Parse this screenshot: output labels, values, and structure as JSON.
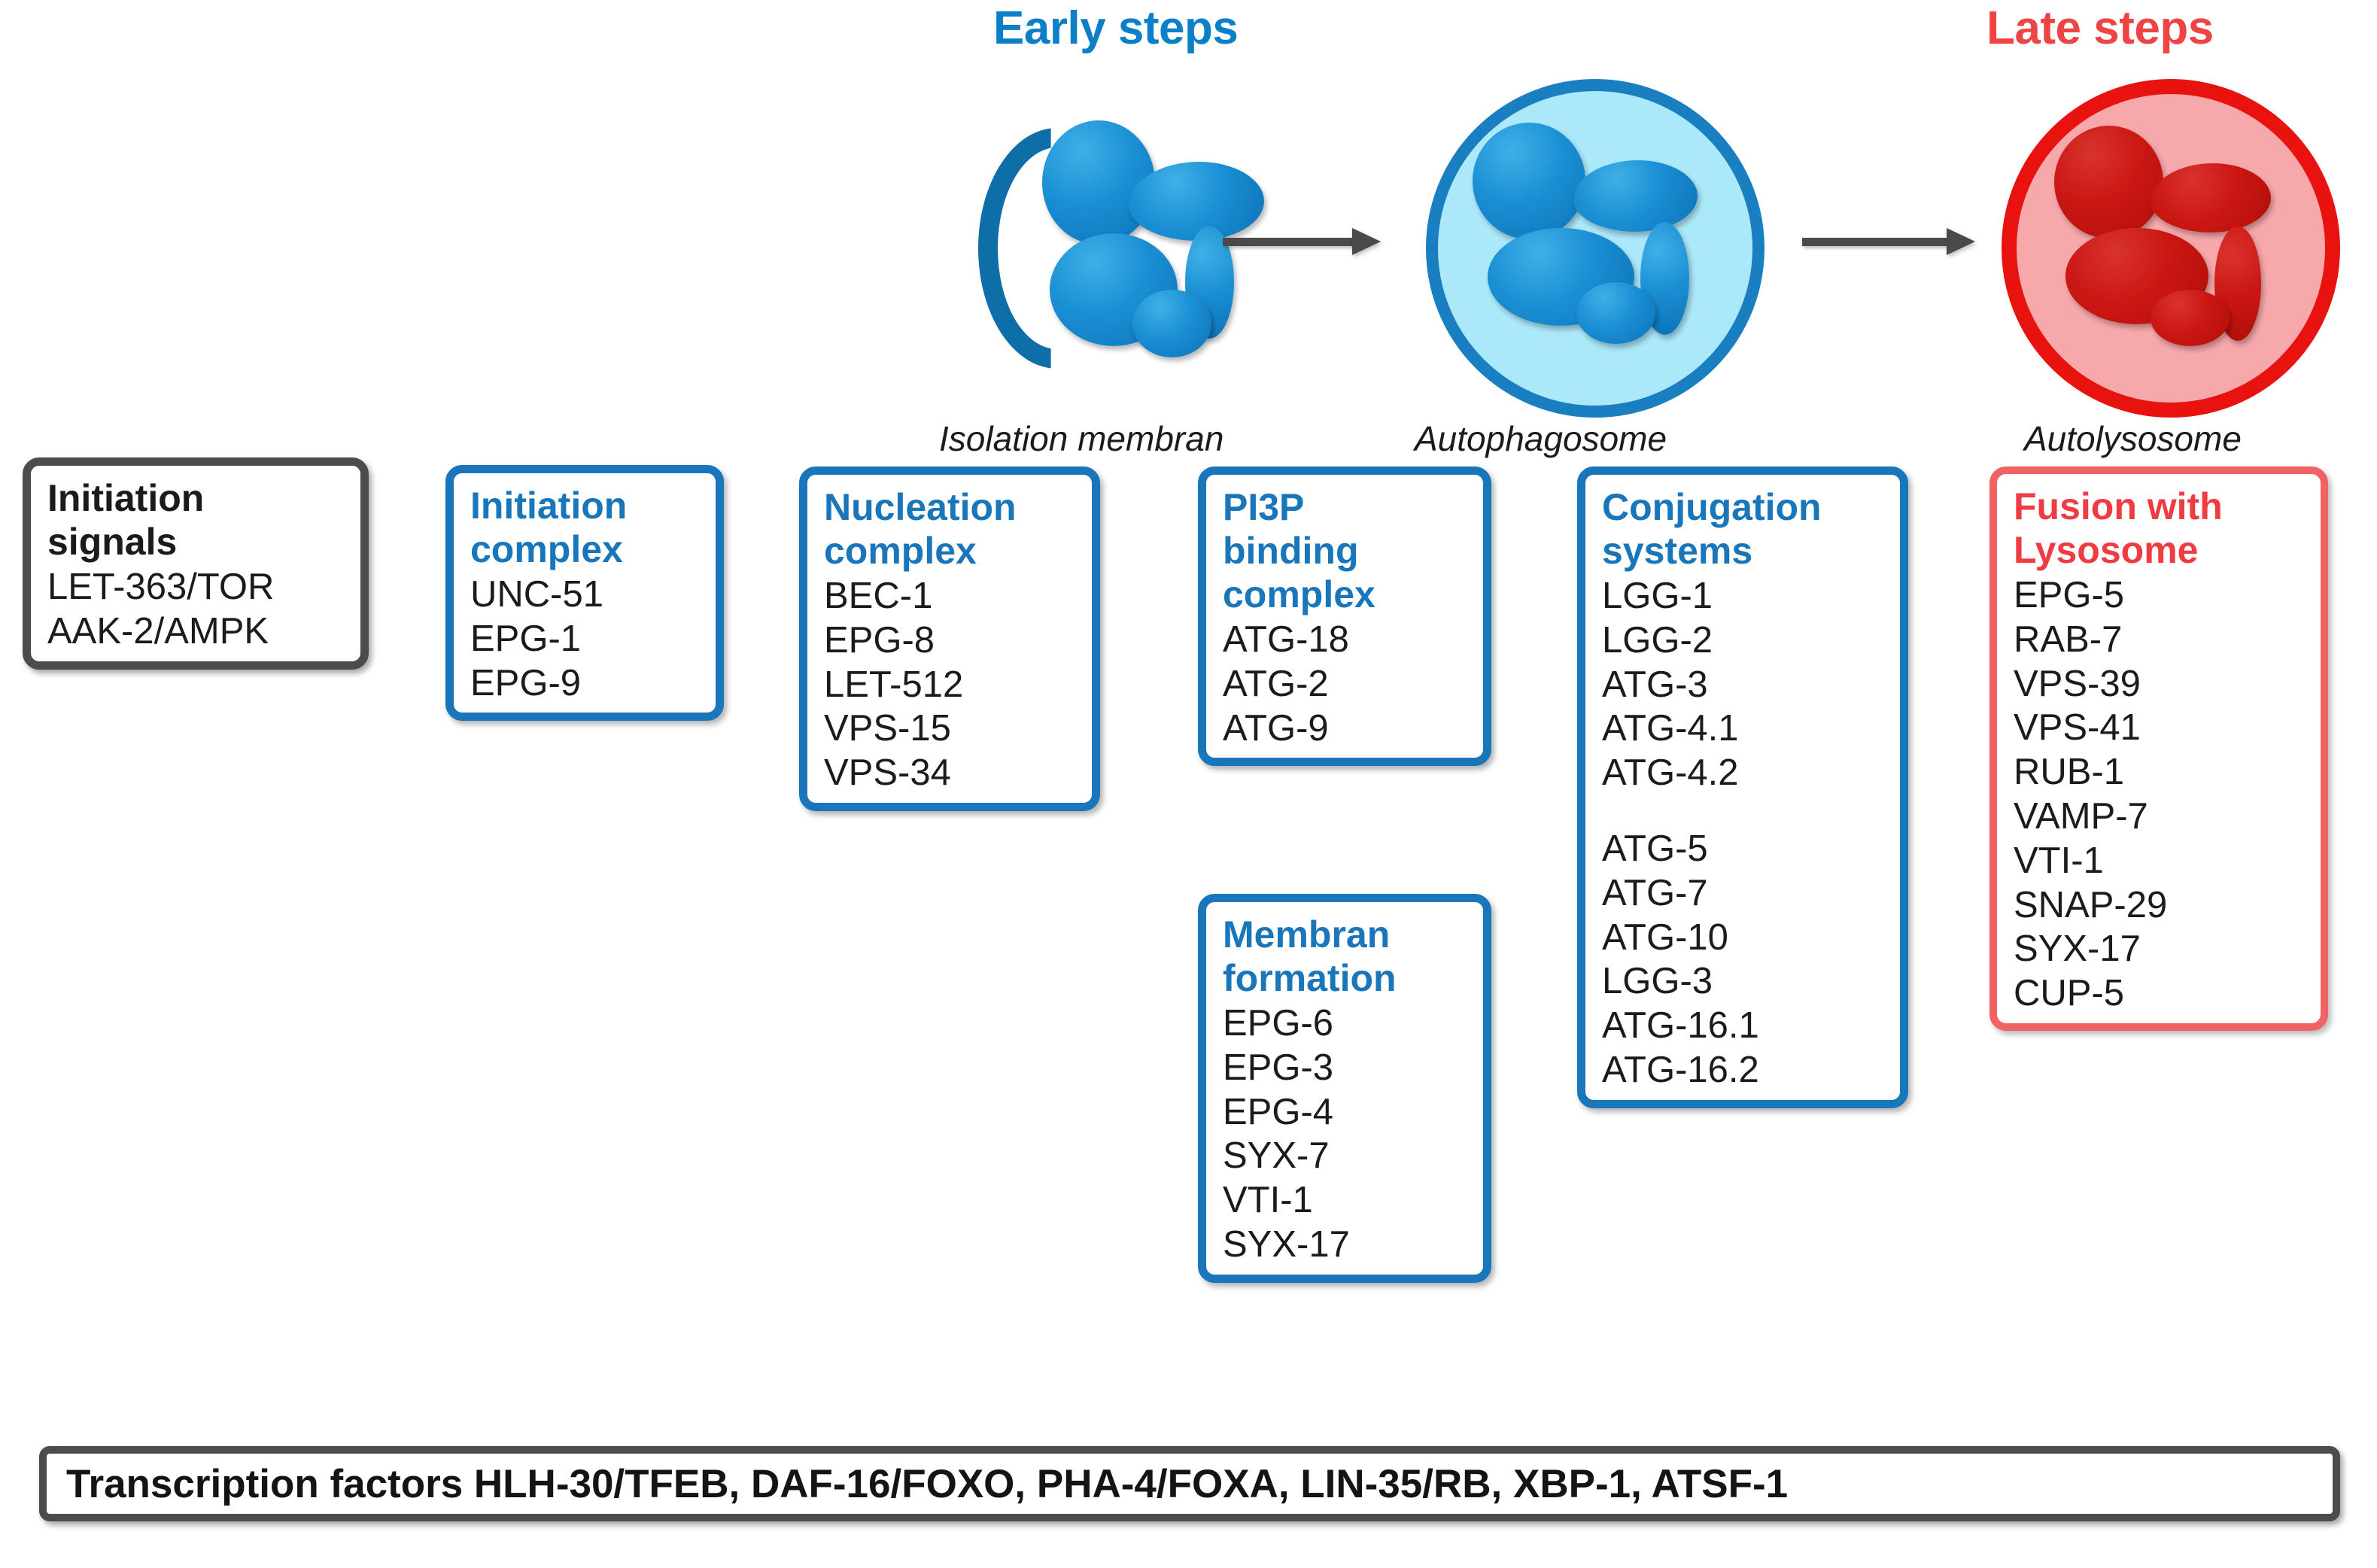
{
  "stages": {
    "early": {
      "label": "Early steps",
      "color": "#0b7fc7"
    },
    "late": {
      "label": "Late steps",
      "color": "#ef4444"
    }
  },
  "organelles": [
    {
      "name": "isolation-membrane",
      "caption": "Isolation membran",
      "style": "open-crescent",
      "color": "#1b8fd4"
    },
    {
      "name": "autophagosome",
      "caption": "Autophagosome",
      "style": "closed-vesicle",
      "color": "#1a7fc0",
      "fill": "#aae8fa"
    },
    {
      "name": "autolysosome",
      "caption": "Autolysosome",
      "style": "closed-vesicle",
      "color": "#e8130f",
      "fill": "#f6a8ab"
    }
  ],
  "boxes": [
    {
      "key": "initiation-signals",
      "title": "Initiation\nsignals",
      "title_color": "#1b1b1b",
      "border_color": "#4c4c4c",
      "items": [
        "LET-363/TOR",
        "AAK-2/AMPK"
      ]
    },
    {
      "key": "initiation-complex",
      "title": "Initiation\ncomplex",
      "title_color": "#1a76ba",
      "border_color": "#1a76ba",
      "items": [
        "UNC-51",
        "EPG-1",
        "EPG-9"
      ]
    },
    {
      "key": "nucleation-complex",
      "title": "Nucleation\ncomplex",
      "title_color": "#1a76ba",
      "border_color": "#1a76ba",
      "items": [
        "BEC-1",
        "EPG-8",
        "LET-512",
        "VPS-15",
        "VPS-34"
      ]
    },
    {
      "key": "pi3p-binding-complex",
      "title": "PI3P\nbinding\ncomplex",
      "title_color": "#1a76ba",
      "border_color": "#1a76ba",
      "items": [
        "ATG-18",
        "ATG-2",
        "ATG-9"
      ]
    },
    {
      "key": "membran-formation",
      "title": "Membran\nformation",
      "title_color": "#1a76ba",
      "border_color": "#1a76ba",
      "items": [
        "EPG-6",
        "EPG-3",
        "EPG-4",
        "SYX-7",
        "VTI-1",
        "SYX-17"
      ]
    },
    {
      "key": "conjugation-systems",
      "title": "Conjugation\nsystems",
      "title_color": "#1a76ba",
      "border_color": "#1a76ba",
      "items": [
        "LGG-1",
        "LGG-2",
        "ATG-3",
        "ATG-4.1",
        "ATG-4.2",
        "",
        "ATG-5",
        "ATG-7",
        "ATG-10",
        "LGG-3",
        "ATG-16.1",
        "ATG-16.2"
      ]
    },
    {
      "key": "fusion-with-lysosome",
      "title": "Fusion with\nLysosome",
      "title_color": "#ef3b42",
      "border_color": "#f06264",
      "items": [
        "EPG-5",
        "RAB-7",
        "VPS-39",
        "VPS-41",
        "RUB-1",
        "VAMP-7",
        "VTI-1",
        "SNAP-29",
        "SYX-17",
        "CUP-5"
      ]
    }
  ],
  "transcription_factors": {
    "text": "Transcription factors HLH-30/TFEB, DAF-16/FOXO, PHA-4/FOXA, LIN-35/RB, XBP-1, ATSF-1"
  }
}
